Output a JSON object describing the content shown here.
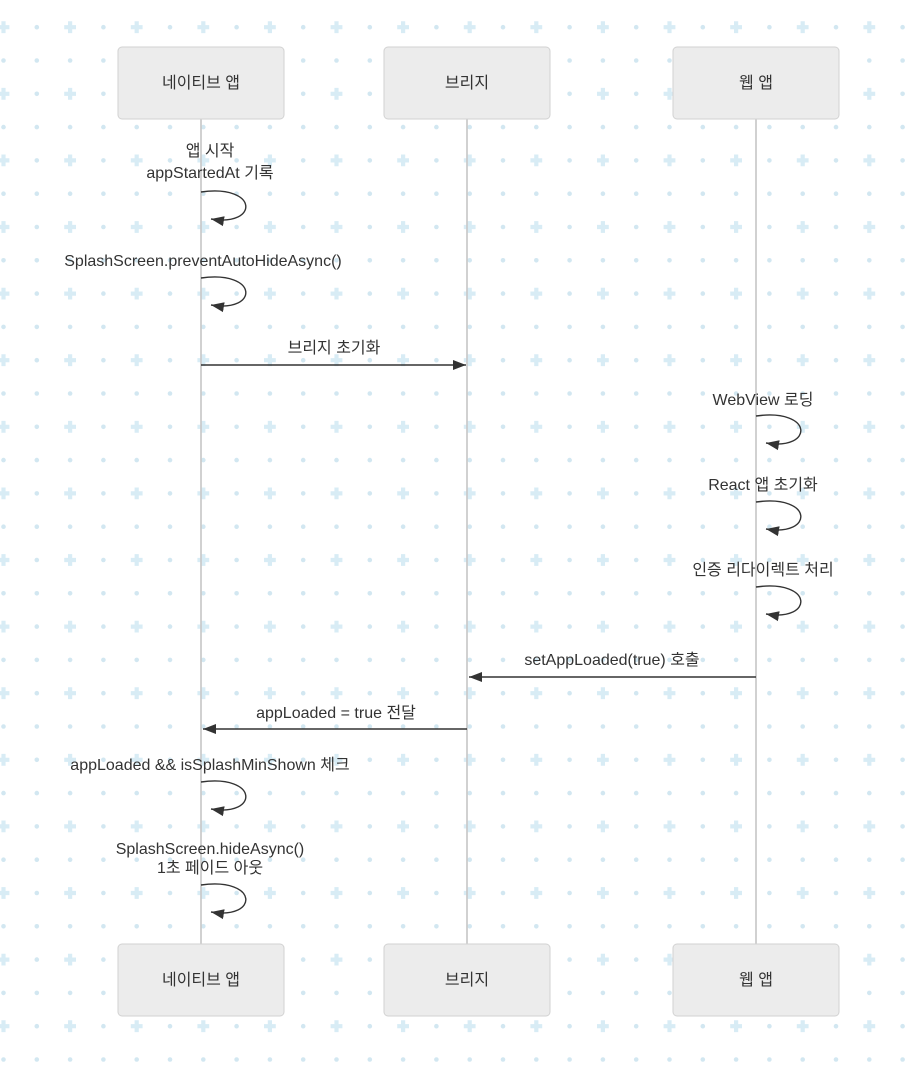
{
  "diagram": {
    "type": "sequence-diagram",
    "actors": [
      {
        "id": "native",
        "label": "네이티브 앱"
      },
      {
        "id": "bridge",
        "label": "브리지"
      },
      {
        "id": "web",
        "label": "웹 앱"
      }
    ],
    "messages": [
      {
        "index": 1,
        "from": "native",
        "to": "native",
        "kind": "self",
        "lines": [
          "앱 시작",
          "appStartedAt 기록"
        ]
      },
      {
        "index": 2,
        "from": "native",
        "to": "native",
        "kind": "self",
        "lines": [
          "SplashScreen.preventAutoHideAsync()"
        ]
      },
      {
        "index": 3,
        "from": "native",
        "to": "bridge",
        "kind": "solid",
        "lines": [
          "브리지 초기화"
        ]
      },
      {
        "index": 4,
        "from": "web",
        "to": "web",
        "kind": "self",
        "lines": [
          "WebView 로딩"
        ]
      },
      {
        "index": 5,
        "from": "web",
        "to": "web",
        "kind": "self",
        "lines": [
          "React 앱 초기화"
        ]
      },
      {
        "index": 6,
        "from": "web",
        "to": "web",
        "kind": "self",
        "lines": [
          "인증 리다이렉트 처리"
        ]
      },
      {
        "index": 7,
        "from": "web",
        "to": "bridge",
        "kind": "solid",
        "lines": [
          "setAppLoaded(true) 호출"
        ]
      },
      {
        "index": 8,
        "from": "bridge",
        "to": "native",
        "kind": "solid",
        "lines": [
          "appLoaded = true 전달"
        ]
      },
      {
        "index": 9,
        "from": "native",
        "to": "native",
        "kind": "self",
        "lines": [
          "appLoaded && isSplashMinShown 체크"
        ]
      },
      {
        "index": 10,
        "from": "native",
        "to": "native",
        "kind": "self",
        "lines": [
          "SplashScreen.hideAsync()",
          "1초 페이드 아웃"
        ]
      }
    ],
    "colors": {
      "actor_fill": "#ececec",
      "actor_border": "#d2d2d2",
      "lifeline": "#c9c9c9",
      "arrow": "#333333",
      "text": "#333333",
      "background": "#ffffff",
      "bg_dot": "#d2e7f1",
      "bg_plus": "#d8ecf5"
    }
  }
}
